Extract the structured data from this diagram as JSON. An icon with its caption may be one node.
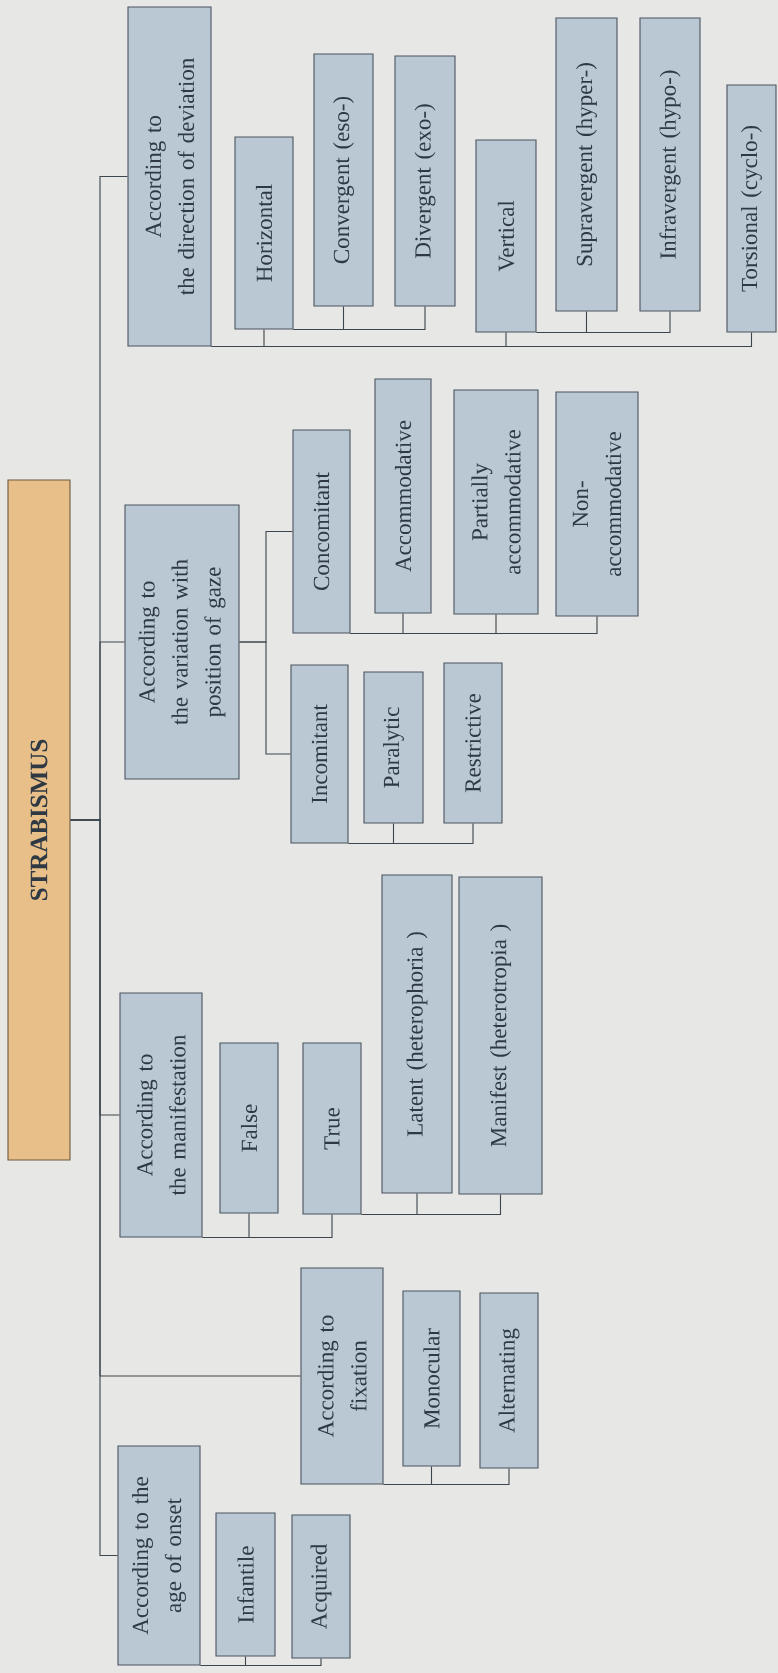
{
  "diagram": {
    "nodes": [
      {
        "text": [
          "STRABISMUS"
        ]
      },
      {
        "text": [
          "According to the age of onset"
        ]
      },
      {
        "text": [
          "Infantile"
        ]
      },
      {
        "text": [
          "Acquired"
        ]
      },
      {
        "text": [
          "According to fixation"
        ]
      },
      {
        "text": [
          "Monocular"
        ]
      },
      {
        "text": [
          "Alternating"
        ]
      },
      {
        "text": [
          "According to the manifestation"
        ]
      },
      {
        "text": [
          "False"
        ]
      },
      {
        "text": [
          "True"
        ]
      },
      {
        "text": [
          "Latent (heterophoria )"
        ]
      },
      {
        "text": [
          "Manifest (heterotropia )"
        ]
      },
      {
        "text": [
          "According to the variation with position of gaze"
        ]
      },
      {
        "text": [
          "Incomitant"
        ]
      },
      {
        "text": [
          "Paralytic"
        ]
      },
      {
        "text": [
          "Restrictive"
        ]
      },
      {
        "text": [
          "Concomitant"
        ]
      },
      {
        "text": [
          "Accommodative"
        ]
      },
      {
        "text": [
          "Partially accommodative"
        ]
      },
      {
        "text": [
          "Non- accommodative"
        ]
      },
      {
        "text": [
          "According to the direction of deviation"
        ]
      },
      {
        "text": [
          "Horizontal"
        ]
      },
      {
        "text": [
          "Convergent (eso-)"
        ]
      },
      {
        "text": [
          "Divergent (exo-)"
        ]
      },
      {
        "text": [
          "Vertical"
        ]
      },
      {
        "text": [
          "Supravergent (hyper-)"
        ]
      },
      {
        "text": [
          "Infravergent (hypo-)"
        ]
      },
      {
        "text": [
          "Torsional (cyclo-)"
        ]
      }
    ],
    "edges": [
      {
        "from": 0,
        "to": 1,
        "arrow": "none"
      },
      {
        "from": 1,
        "to": 2,
        "arrow": "none"
      },
      {
        "from": 1,
        "to": 3,
        "arrow": "none"
      },
      {
        "from": 0,
        "to": 4,
        "arrow": "none"
      },
      {
        "from": 4,
        "to": 5,
        "arrow": "none"
      },
      {
        "from": 4,
        "to": 6,
        "arrow": "none"
      },
      {
        "from": 0,
        "to": 7,
        "arrow": "none"
      },
      {
        "from": 7,
        "to": 8,
        "arrow": "none"
      },
      {
        "from": 7,
        "to": 9,
        "arrow": "none"
      },
      {
        "from": 9,
        "to": 10,
        "arrow": "none"
      },
      {
        "from": 9,
        "to": 11,
        "arrow": "none"
      },
      {
        "from": 0,
        "to": 12,
        "arrow": "none"
      },
      {
        "from": 12,
        "to": 13,
        "arrow": "none"
      },
      {
        "from": 13,
        "to": 14,
        "arrow": "none"
      },
      {
        "from": 13,
        "to": 15,
        "arrow": "none"
      },
      {
        "from": 12,
        "to": 16,
        "arrow": "none"
      },
      {
        "from": 16,
        "to": 17,
        "arrow": "none"
      },
      {
        "from": 16,
        "to": 18,
        "arrow": "none"
      },
      {
        "from": 16,
        "to": 19,
        "arrow": "none"
      },
      {
        "from": 0,
        "to": 20,
        "arrow": "none"
      },
      {
        "from": 20,
        "to": 21,
        "arrow": "none"
      },
      {
        "from": 21,
        "to": 22,
        "arrow": "none"
      },
      {
        "from": 21,
        "to": 23,
        "arrow": "none"
      },
      {
        "from": 20,
        "to": 24,
        "arrow": "none"
      },
      {
        "from": 24,
        "to": 25,
        "arrow": "none"
      },
      {
        "from": 24,
        "to": 26,
        "arrow": "none"
      },
      {
        "from": 20,
        "to": 27,
        "arrow": "none"
      }
    ]
  }
}
